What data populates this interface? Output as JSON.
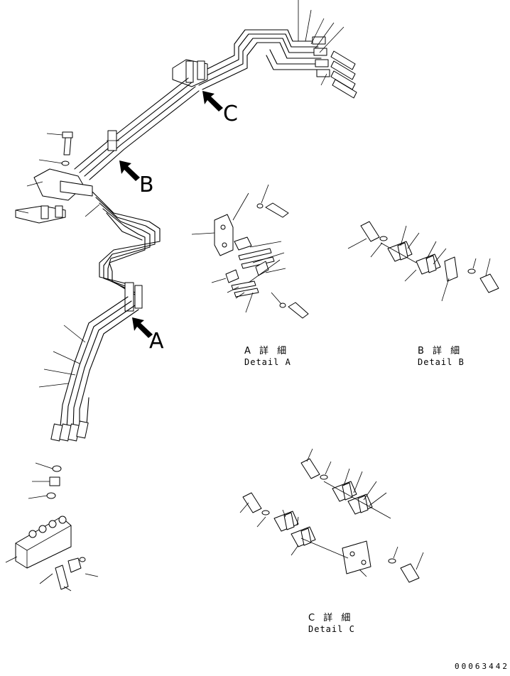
{
  "callouts": {
    "a": "A",
    "b": "B",
    "c": "C"
  },
  "details": {
    "a": {
      "jp": "A 詳 細",
      "en": "Detail A"
    },
    "b": {
      "jp": "B 詳 細",
      "en": "Detail B"
    },
    "c": {
      "jp": "C 詳 細",
      "en": "Detail C"
    }
  },
  "drawing_number": "00063442"
}
